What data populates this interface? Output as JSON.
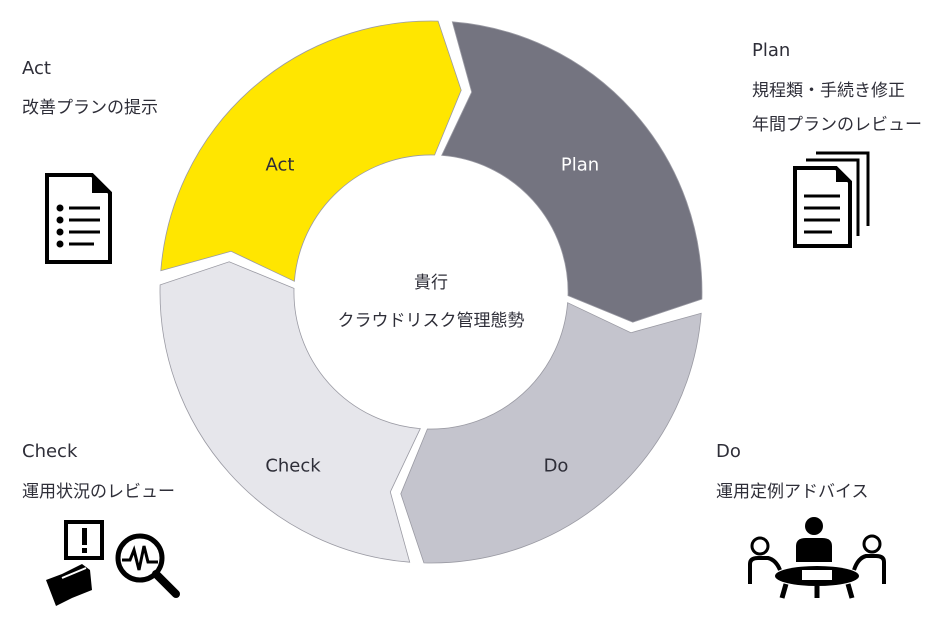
{
  "center": {
    "line1": "貴行",
    "line2": "クラウドリスク管理態勢"
  },
  "segments": [
    {
      "label": "Act",
      "color": "#FFE600",
      "text_color": "#2e2e38"
    },
    {
      "label": "Plan",
      "color": "#747480",
      "text_color": "#ffffff"
    },
    {
      "label": "Do",
      "color": "#C4C4CD",
      "text_color": "#2e2e38"
    },
    {
      "label": "Check",
      "color": "#E6E6EB",
      "text_color": "#2e2e38"
    }
  ],
  "sides": {
    "act": {
      "title": "Act",
      "lines": [
        "改善プランの提示"
      ],
      "icon": "document-list-icon"
    },
    "plan": {
      "title": "Plan",
      "lines": [
        "規程類・手続き修正",
        "年間プランのレビュー"
      ],
      "icon": "stacked-documents-icon"
    },
    "check": {
      "title": "Check",
      "lines": [
        "運用状況のレビュー"
      ],
      "icon": "alert-magnifier-icon"
    },
    "do": {
      "title": "Do",
      "lines": [
        "運用定例アドバイス"
      ],
      "icon": "meeting-icon"
    }
  }
}
